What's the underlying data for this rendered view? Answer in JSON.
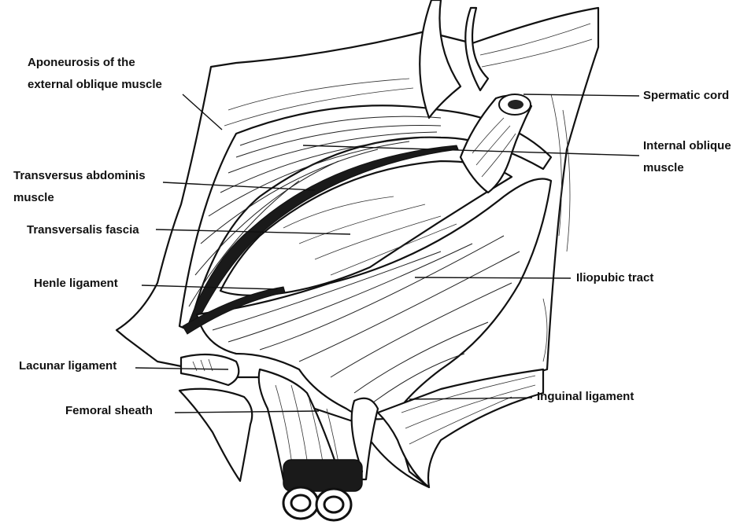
{
  "labels": {
    "aponeurosis_line1": "Aponeurosis of the",
    "aponeurosis_line2": "external oblique muscle",
    "spermatic_cord": "Spermatic cord",
    "internal_oblique_line1": "Internal oblique",
    "internal_oblique_line2": "muscle",
    "transversus_line1": "Transversus abdominis",
    "transversus_line2": "muscle",
    "transversalis_fascia": "Transversalis fascia",
    "iliopubic_tract": "Iliopubic tract",
    "henle_ligament": "Henle ligament",
    "lacunar_ligament": "Lacunar ligament",
    "inguinal_ligament": "Inguinal ligament",
    "femoral_sheath": "Femoral sheath"
  },
  "colors": {
    "ink": "#111111",
    "paper": "#ffffff"
  }
}
